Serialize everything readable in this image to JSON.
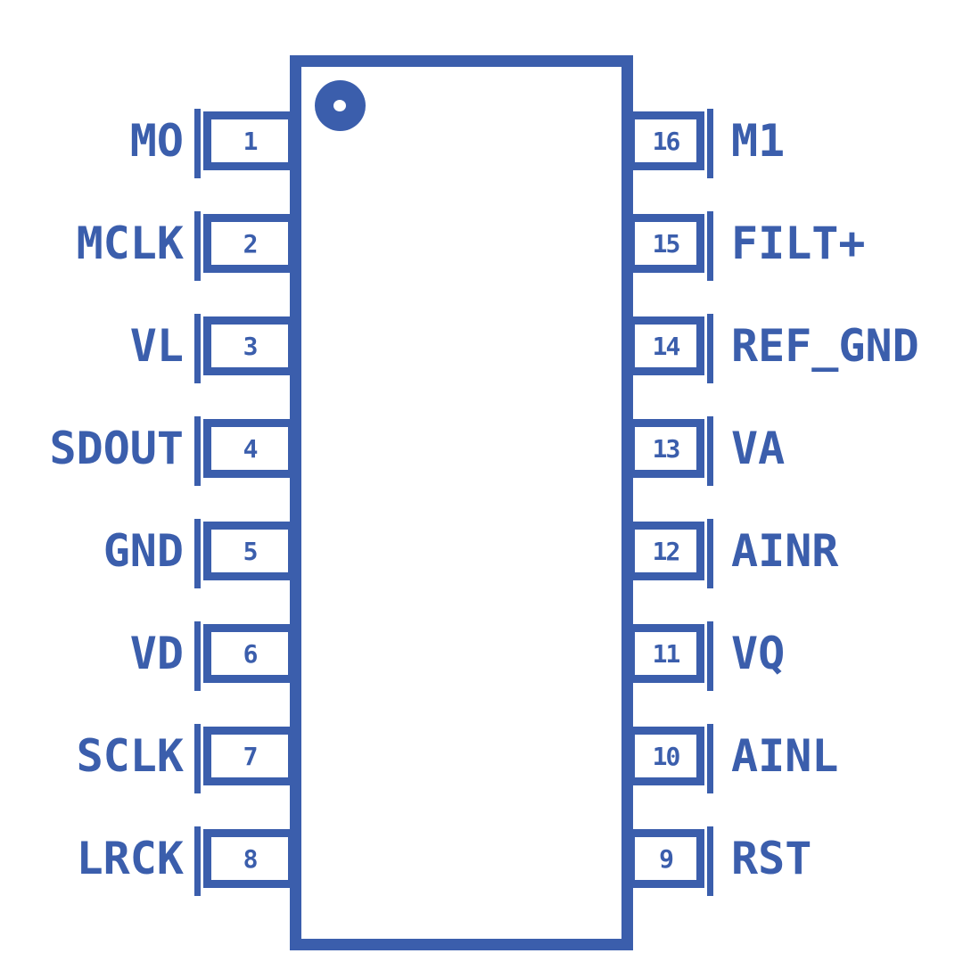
{
  "diagram": {
    "background_color": "#ffffff",
    "accent_color": "#3b5eac",
    "chip": {
      "marker": "pin1-indicator-dot"
    },
    "left_pins": [
      {
        "number": "1",
        "label": "MO"
      },
      {
        "number": "2",
        "label": "MCLK"
      },
      {
        "number": "3",
        "label": "VL"
      },
      {
        "number": "4",
        "label": "SDOUT"
      },
      {
        "number": "5",
        "label": "GND"
      },
      {
        "number": "6",
        "label": "VD"
      },
      {
        "number": "7",
        "label": "SCLK"
      },
      {
        "number": "8",
        "label": "LRCK"
      }
    ],
    "right_pins": [
      {
        "number": "16",
        "label": "M1"
      },
      {
        "number": "15",
        "label": "FILT+"
      },
      {
        "number": "14",
        "label": "REF_GND"
      },
      {
        "number": "13",
        "label": "VA"
      },
      {
        "number": "12",
        "label": "AINR"
      },
      {
        "number": "11",
        "label": "VQ"
      },
      {
        "number": "10",
        "label": "AINL"
      },
      {
        "number": "9",
        "label": "RST"
      }
    ]
  }
}
